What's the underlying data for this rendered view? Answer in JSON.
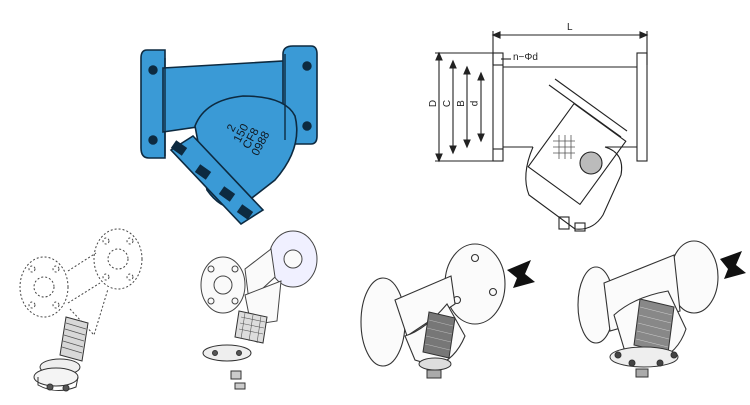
{
  "figure": {
    "colored_view": {
      "body_color": "#3a9ad6",
      "outline_color": "#0d2a40",
      "body_markings": [
        "2",
        "150",
        "CF8",
        "0988"
      ]
    },
    "dimension_drawing": {
      "labels": {
        "length": "L",
        "bolt_holes": "n−Φd",
        "dim_D": "D",
        "dim_C": "C",
        "dim_B": "B",
        "dim_d": "d"
      }
    },
    "exploded_views": [
      {
        "name": "dotted-outline-exploded-view"
      },
      {
        "name": "line-art-exploded-view"
      }
    ],
    "cutaway_views": [
      {
        "name": "cutaway-view-left",
        "flow_arrow": "left"
      },
      {
        "name": "cutaway-view-right",
        "flow_arrow": "left"
      }
    ]
  }
}
